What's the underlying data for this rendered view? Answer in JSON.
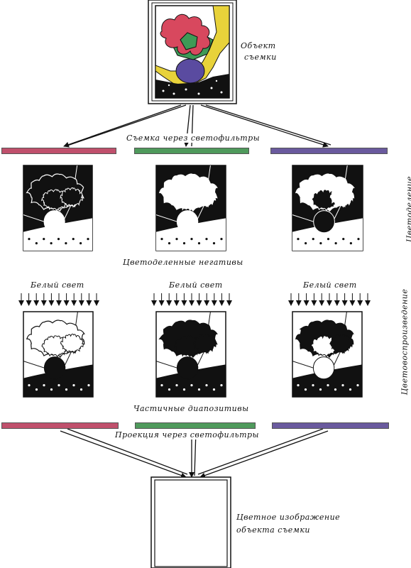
{
  "labels": {
    "subject": "Объект\nсъемки",
    "subject_line1": "Объект",
    "subject_line2": "съемки",
    "shooting": "Съемка через светофильтры",
    "separation": "Цветоделение",
    "negatives": "Цветоделенные негативы",
    "white_light": "Белый свет",
    "reproduction": "Цветовоспроизведение",
    "diapositives": "Частичные диапозитивы",
    "projection": "Проекция через светофильтры",
    "result_line1": "Цветное изображение",
    "result_line2": "объекта съемки"
  },
  "filters": [
    {
      "name": "red-filter",
      "color": "#c0506c"
    },
    {
      "name": "green-filter",
      "color": "#4f9a5c"
    },
    {
      "name": "blue-filter",
      "color": "#6a5a9e"
    }
  ],
  "colors": {
    "flowers_red": "#d8485e",
    "leaves_green": "#3e9a56",
    "vase_blue": "#5a4ba0",
    "background_yellow": "#e8d23a",
    "table_black": "#111111"
  }
}
